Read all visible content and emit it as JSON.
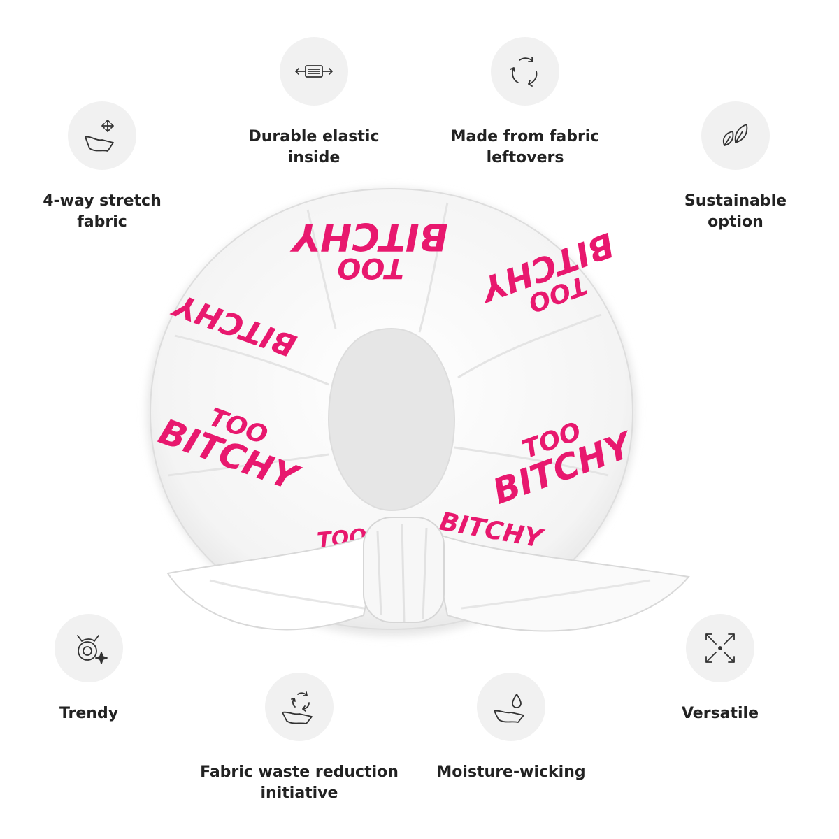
{
  "features": [
    {
      "id": "stretch",
      "label": "4-way stretch\nfabric",
      "icon": "stretch-fabric-icon"
    },
    {
      "id": "elastic",
      "label": "Durable elastic\ninside",
      "icon": "elastic-arrows-icon"
    },
    {
      "id": "leftovers",
      "label": "Made from fabric\nleftovers",
      "icon": "recycle-icon"
    },
    {
      "id": "sustainable",
      "label": "Sustainable\noption",
      "icon": "leaves-icon"
    },
    {
      "id": "trendy",
      "label": "Trendy",
      "icon": "sparkle-ponytail-icon"
    },
    {
      "id": "waste",
      "label": "Fabric waste reduction\ninitiative",
      "icon": "fabric-recycle-icon"
    },
    {
      "id": "moisture",
      "label": "Moisture-wicking",
      "icon": "water-drop-fabric-icon"
    },
    {
      "id": "versatile",
      "label": "Versatile",
      "icon": "expand-arrows-icon"
    }
  ],
  "product": {
    "print_line1": "TOO",
    "print_line2": "BITCHY",
    "print_color": "#e8186e",
    "fabric_color": "#ffffff"
  }
}
